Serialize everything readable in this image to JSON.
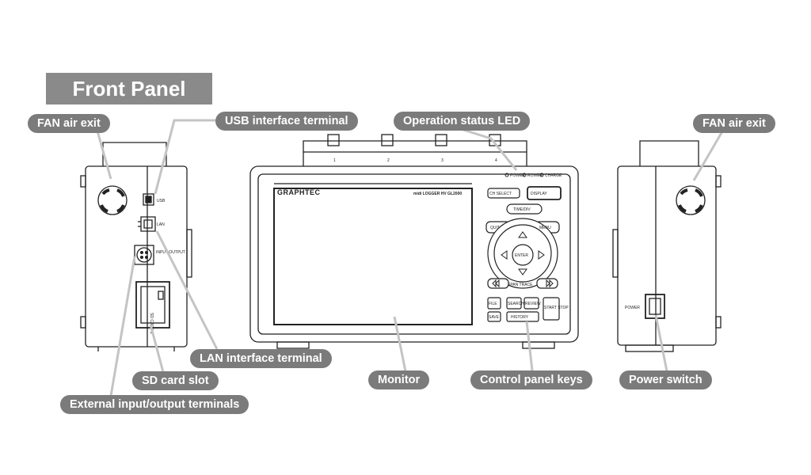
{
  "title": "Front Panel",
  "callouts": {
    "fan_left": "FAN air exit",
    "usb": "USB interface terminal",
    "led": "Operation status LED",
    "fan_right": "FAN air exit",
    "lan": "LAN interface terminal",
    "sd": "SD card slot",
    "ext": "External input/output terminals",
    "monitor": "Monitor",
    "keys": "Control panel keys",
    "power": "Power switch"
  },
  "device": {
    "brand": "GRAPHTEC",
    "model": "midi LOGGER HV GL2000",
    "port_labels": {
      "usb": "USB",
      "lan": "LAN",
      "io": "INPUT OUTPUT",
      "sd": "SD CARD 1"
    },
    "channel_numbers": [
      "1",
      "2",
      "3",
      "4"
    ],
    "status_leds": [
      "POWER",
      "ROWER",
      "CHARGE"
    ],
    "keys": {
      "ch_select": "CH SELECT",
      "display": "DISPLAY",
      "timediv": "TIME/DIV",
      "quit": "QUIT",
      "menu": "MENU",
      "enter": "ENTER",
      "file": "FILE",
      "search": "SEARCH",
      "review": "REVIEW",
      "start_stop": "START STOP",
      "save": "SAVE",
      "span_trace": "SPAN TRACE",
      "history": "HISTORY"
    },
    "power_label": "POWER"
  }
}
